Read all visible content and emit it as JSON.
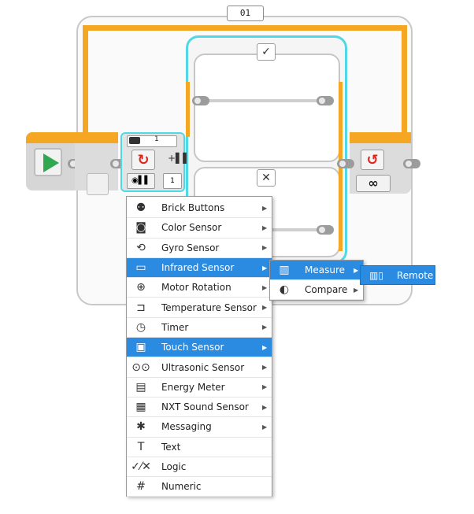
{
  "loop": {
    "label": "01"
  },
  "switch_block": {
    "port_value_top": "1",
    "port_value_bottom": "1"
  },
  "cases": {
    "true_tab": "✓",
    "false_tab": "✕"
  },
  "menu": {
    "items": [
      {
        "label": "Brick Buttons",
        "icon": "brick-buttons-icon",
        "glyph": "⚉",
        "has_submenu": true,
        "highlighted": false
      },
      {
        "label": "Color Sensor",
        "icon": "color-sensor-icon",
        "glyph": "◙",
        "has_submenu": true,
        "highlighted": false
      },
      {
        "label": "Gyro Sensor",
        "icon": "gyro-sensor-icon",
        "glyph": "⟲",
        "has_submenu": true,
        "highlighted": false
      },
      {
        "label": "Infrared Sensor",
        "icon": "infrared-sensor-icon",
        "glyph": "▭",
        "has_submenu": true,
        "highlighted": true
      },
      {
        "label": "Motor Rotation",
        "icon": "motor-rotation-icon",
        "glyph": "⊕",
        "has_submenu": true,
        "highlighted": false
      },
      {
        "label": "Temperature Sensor",
        "icon": "temperature-sensor-icon",
        "glyph": "⊐",
        "has_submenu": true,
        "highlighted": false
      },
      {
        "label": "Timer",
        "icon": "timer-icon",
        "glyph": "◷",
        "has_submenu": true,
        "highlighted": false
      },
      {
        "label": "Touch Sensor",
        "icon": "touch-sensor-icon",
        "glyph": "▣",
        "has_submenu": true,
        "highlighted": true
      },
      {
        "label": "Ultrasonic Sensor",
        "icon": "ultrasonic-sensor-icon",
        "glyph": "⊙⊙",
        "has_submenu": true,
        "highlighted": false
      },
      {
        "label": "Energy Meter",
        "icon": "energy-meter-icon",
        "glyph": "▤",
        "has_submenu": true,
        "highlighted": false
      },
      {
        "label": "NXT Sound Sensor",
        "icon": "nxt-sound-sensor-icon",
        "glyph": "▦",
        "has_submenu": true,
        "highlighted": false
      },
      {
        "label": "Messaging",
        "icon": "messaging-icon",
        "glyph": "✱",
        "has_submenu": true,
        "highlighted": false
      },
      {
        "label": "Text",
        "icon": "text-icon",
        "glyph": "T",
        "has_submenu": false,
        "highlighted": false
      },
      {
        "label": "Logic",
        "icon": "logic-icon",
        "glyph": "✓⁄✕",
        "has_submenu": false,
        "highlighted": false
      },
      {
        "label": "Numeric",
        "icon": "numeric-icon",
        "glyph": "#",
        "has_submenu": false,
        "highlighted": false
      }
    ]
  },
  "submenu": {
    "items": [
      {
        "label": "Measure",
        "icon": "measure-icon",
        "glyph": "▥",
        "highlighted": true
      },
      {
        "label": "Compare",
        "icon": "compare-icon",
        "glyph": "◐",
        "highlighted": false
      }
    ]
  },
  "submenu3": {
    "label": "Remote",
    "icon": "remote-icon",
    "glyph": "▥▯"
  },
  "colors": {
    "accent": "#2a8be0",
    "loop_wire": "#f5a623",
    "switch_border": "#50d8e6",
    "start_green": "#2fa84f"
  }
}
